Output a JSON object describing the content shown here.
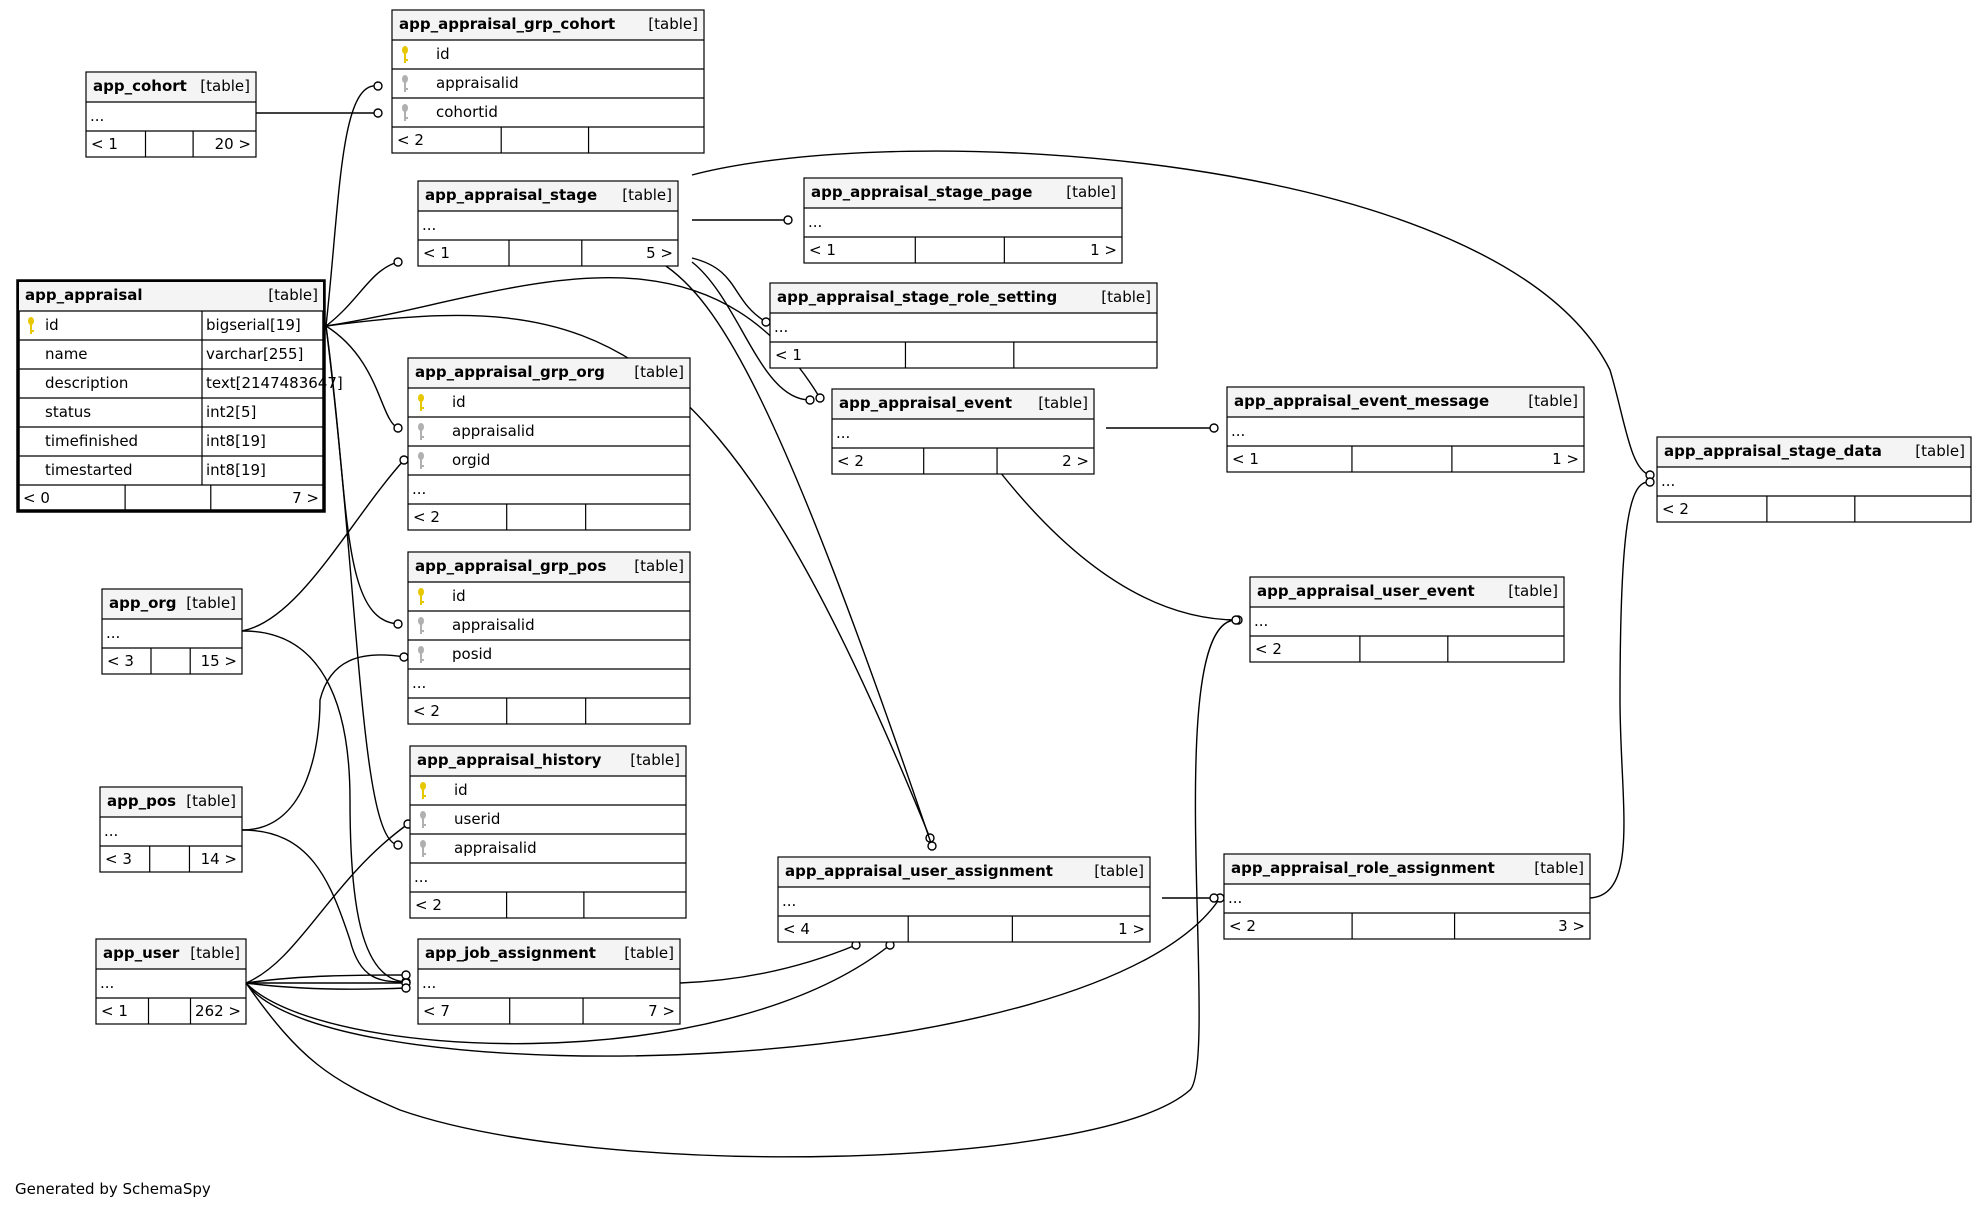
{
  "tables": [
    {
      "id": "app_cohort",
      "name": "app_cohort",
      "type": "[table]",
      "ellipsis": "...",
      "parents": "< 1",
      "children": "20 >"
    },
    {
      "id": "app_appraisal_grp_cohort",
      "name": "app_appraisal_grp_cohort",
      "type": "[table]",
      "columns": [
        {
          "name": "id",
          "key": "pk"
        },
        {
          "name": "appraisalid",
          "key": "fk"
        },
        {
          "name": "cohortid",
          "key": "fk"
        }
      ],
      "parents": "< 2",
      "children": ""
    },
    {
      "id": "app_appraisal_stage",
      "name": "app_appraisal_stage",
      "type": "[table]",
      "ellipsis": "...",
      "parents": "< 1",
      "children": "5 >"
    },
    {
      "id": "app_appraisal_stage_page",
      "name": "app_appraisal_stage_page",
      "type": "[table]",
      "ellipsis": "...",
      "parents": "< 1",
      "children": "1 >"
    },
    {
      "id": "app_appraisal_stage_role_setting",
      "name": "app_appraisal_stage_role_setting",
      "type": "[table]",
      "ellipsis": "...",
      "parents": "< 1",
      "children": ""
    },
    {
      "id": "app_appraisal",
      "name": "app_appraisal",
      "type": "[table]",
      "focus": true,
      "columns": [
        {
          "name": "id",
          "key": "pk",
          "dtype": "bigserial[19]"
        },
        {
          "name": "name",
          "key": "",
          "dtype": "varchar[255]"
        },
        {
          "name": "description",
          "key": "",
          "dtype": "text[2147483647]"
        },
        {
          "name": "status",
          "key": "",
          "dtype": "int2[5]"
        },
        {
          "name": "timefinished",
          "key": "",
          "dtype": "int8[19]"
        },
        {
          "name": "timestarted",
          "key": "",
          "dtype": "int8[19]"
        }
      ],
      "parents": "< 0",
      "children": "7 >"
    },
    {
      "id": "app_appraisal_grp_org",
      "name": "app_appraisal_grp_org",
      "type": "[table]",
      "columns": [
        {
          "name": "id",
          "key": "pk"
        },
        {
          "name": "appraisalid",
          "key": "fk"
        },
        {
          "name": "orgid",
          "key": "fk"
        }
      ],
      "ellipsis": "...",
      "parents": "< 2",
      "children": ""
    },
    {
      "id": "app_appraisal_event",
      "name": "app_appraisal_event",
      "type": "[table]",
      "ellipsis": "...",
      "parents": "< 2",
      "children": "2 >"
    },
    {
      "id": "app_appraisal_event_message",
      "name": "app_appraisal_event_message",
      "type": "[table]",
      "ellipsis": "...",
      "parents": "< 1",
      "children": "1 >"
    },
    {
      "id": "app_appraisal_stage_data",
      "name": "app_appraisal_stage_data",
      "type": "[table]",
      "ellipsis": "...",
      "parents": "< 2",
      "children": ""
    },
    {
      "id": "app_org",
      "name": "app_org",
      "type": "[table]",
      "ellipsis": "...",
      "parents": "< 3",
      "children": "15 >"
    },
    {
      "id": "app_appraisal_grp_pos",
      "name": "app_appraisal_grp_pos",
      "type": "[table]",
      "columns": [
        {
          "name": "id",
          "key": "pk"
        },
        {
          "name": "appraisalid",
          "key": "fk"
        },
        {
          "name": "posid",
          "key": "fk"
        }
      ],
      "ellipsis": "...",
      "parents": "< 2",
      "children": ""
    },
    {
      "id": "app_appraisal_user_event",
      "name": "app_appraisal_user_event",
      "type": "[table]",
      "ellipsis": "...",
      "parents": "< 2",
      "children": ""
    },
    {
      "id": "app_appraisal_history",
      "name": "app_appraisal_history",
      "type": "[table]",
      "columns": [
        {
          "name": "id",
          "key": "pk"
        },
        {
          "name": "userid",
          "key": "fk"
        },
        {
          "name": "appraisalid",
          "key": "fk"
        }
      ],
      "ellipsis": "...",
      "parents": "< 2",
      "children": ""
    },
    {
      "id": "app_pos",
      "name": "app_pos",
      "type": "[table]",
      "ellipsis": "...",
      "parents": "< 3",
      "children": "14 >"
    },
    {
      "id": "app_appraisal_user_assignment",
      "name": "app_appraisal_user_assignment",
      "type": "[table]",
      "ellipsis": "...",
      "parents": "< 4",
      "children": "1 >"
    },
    {
      "id": "app_appraisal_role_assignment",
      "name": "app_appraisal_role_assignment",
      "type": "[table]",
      "ellipsis": "...",
      "parents": "< 2",
      "children": "3 >"
    },
    {
      "id": "app_user",
      "name": "app_user",
      "type": "[table]",
      "ellipsis": "...",
      "parents": "< 1",
      "children": "262 >"
    },
    {
      "id": "app_job_assignment",
      "name": "app_job_assignment",
      "type": "[table]",
      "ellipsis": "...",
      "parents": "< 7",
      "children": "7 >"
    }
  ],
  "footer": "Generated by SchemaSpy",
  "colors": {
    "pk_key": "#e6c700",
    "fk_key": "#b0b0b0",
    "header_bg": "#f4f4f4",
    "line": "#000000"
  }
}
